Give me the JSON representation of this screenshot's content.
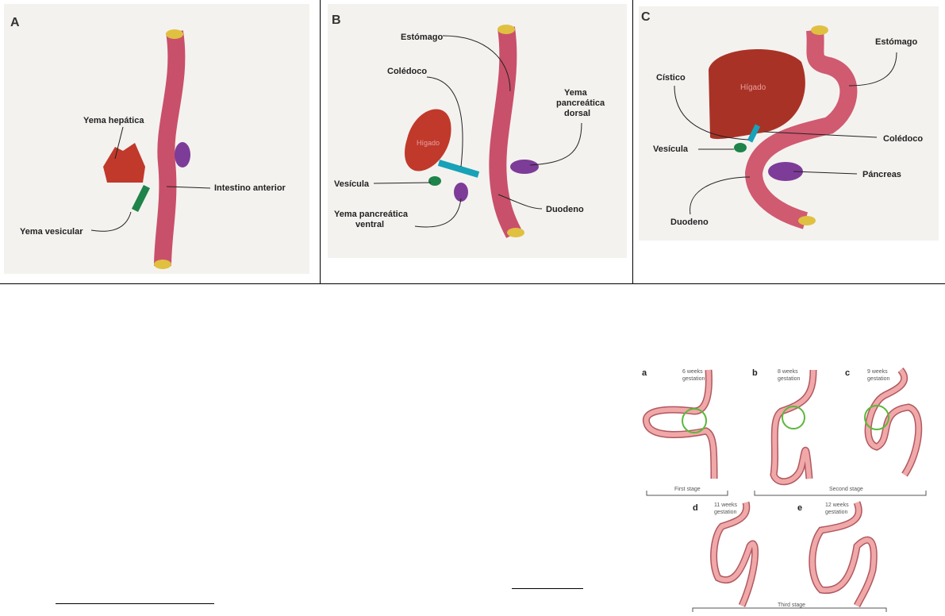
{
  "figure_top": {
    "panel_a": {
      "letter": "A",
      "labels": {
        "hepatic": "Yema hepática",
        "anterior": "Intestino anterior",
        "vesicular": "Yema vesicular"
      }
    },
    "panel_b": {
      "letter": "B",
      "labels": {
        "stomach": "Estómago",
        "choledoch": "Colédoco",
        "dorsal_1": "Yema",
        "dorsal_2": "pancreática",
        "dorsal_3": "dorsal",
        "gallbladder": "Vesícula",
        "ventral_1": "Yema pancreática",
        "ventral_2": "ventral",
        "duodenum": "Duodeno",
        "liver": "Hígado"
      }
    },
    "panel_c": {
      "letter": "C",
      "labels": {
        "stomach": "Estómago",
        "cystic": "Cístico",
        "choledoch": "Colédoco",
        "gallbladder": "Vesícula",
        "pancreas": "Páncreas",
        "duodenum": "Duodeno",
        "liver": "Hígado"
      }
    }
  },
  "figure_bottom": {
    "stages": [
      {
        "letter": "a",
        "weeks": "6 weeks",
        "gest": "gestation"
      },
      {
        "letter": "b",
        "weeks": "8 weeks",
        "gest": "gestation"
      },
      {
        "letter": "c",
        "weeks": "9 weeks",
        "gest": "gestation"
      },
      {
        "letter": "d",
        "weeks": "11 weeks",
        "gest": "gestation"
      },
      {
        "letter": "e",
        "weeks": "12 weeks",
        "gest": "gestation"
      }
    ],
    "brackets": {
      "first": "First stage",
      "second": "Second stage",
      "third": "Third stage"
    }
  }
}
